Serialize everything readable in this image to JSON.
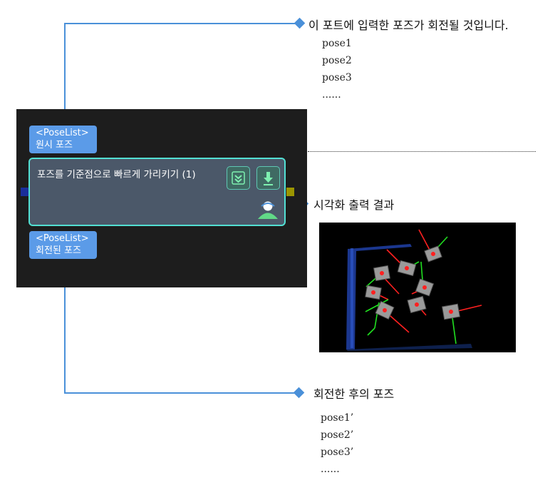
{
  "annotations": {
    "input_port_desc": "이 포트에 입력한 포즈가 회전될 것입니다.",
    "input_poses": [
      "pose1",
      "pose2",
      "pose3",
      "......"
    ],
    "visualization_label": "시각화 출력 결과",
    "output_port_desc": "회전한 후의 포즈",
    "output_poses": [
      "pose1’",
      "pose2’",
      "pose3’",
      "......"
    ]
  },
  "node": {
    "title": "포즈를 기준점으로 빠르게 가리키기 (1)",
    "input_port": {
      "type": "<PoseList>",
      "name": "원시 포즈"
    },
    "output_port": {
      "type": "<PoseList>",
      "name": "회전된 포즈"
    },
    "buttons": [
      "collapse-icon",
      "download-icon"
    ],
    "visual_output_icon": "person-view-icon"
  },
  "colors": {
    "connector": "#4a90d9",
    "node_border": "#52e0d3",
    "port_fill": "#5b9be8",
    "node_fill": "#4b5869",
    "panel_bg": "#1d1d1d",
    "left_square": "#1a2e9b",
    "right_square": "#9b9500"
  }
}
